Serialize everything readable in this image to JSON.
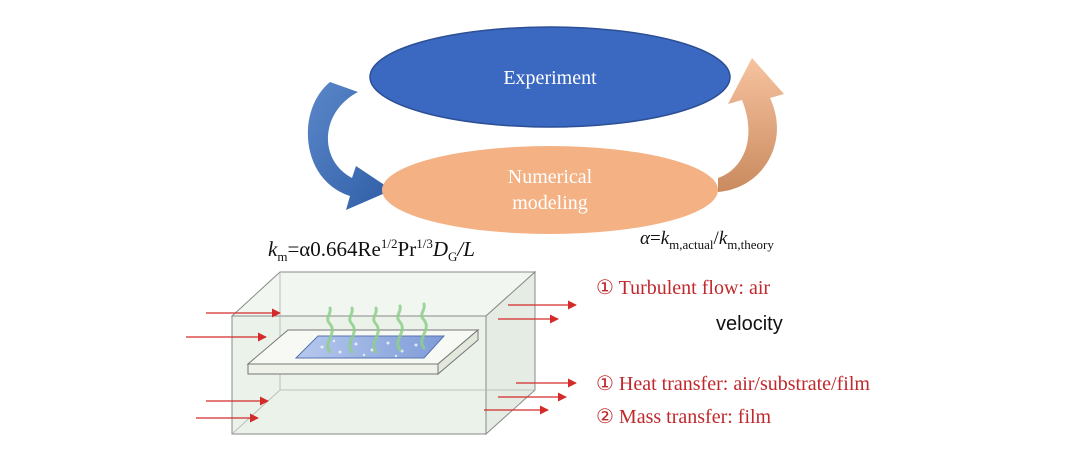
{
  "cycle": {
    "experiment_label": "Experiment",
    "modeling_label_line1": "Numerical",
    "modeling_label_line2": "modeling"
  },
  "formulas": {
    "left": {
      "k": "k",
      "k_sub": "m",
      "eq_alpha": "=α0.664Re",
      "re_sup": "1/2",
      "pr": "Pr",
      "pr_sup": "1/3",
      "d": "D",
      "d_sub": "G",
      "tail": "/L"
    },
    "right": {
      "alpha": "α",
      "eq": "=",
      "k1": "k",
      "k1_sub": "m,actual",
      "slash": "/",
      "k2": "k",
      "k2_sub": "m,theory"
    }
  },
  "labels": {
    "turbulent_flow": "① Turbulent flow: air",
    "velocity": "velocity",
    "heat_transfer": "① Heat transfer: air/substrate/film",
    "mass_transfer": "② Mass transfer: film"
  },
  "colors": {
    "experiment_fill": "#3b68c0",
    "modeling_fill": "#f4b183",
    "left_arrow": "#2e5fa8",
    "right_arrow": "#f0a878",
    "flow_arrow": "#d42a2a",
    "label_red": "#c0282c"
  }
}
